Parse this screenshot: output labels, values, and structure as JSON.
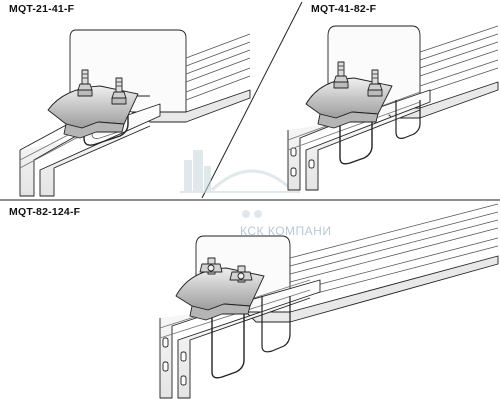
{
  "figure": {
    "labels": {
      "top_left": "MQT-21-41-F",
      "top_right": "MQT-41-82-F",
      "bottom": "MQT-82-124-F"
    },
    "watermark_text": "КСК КОМПАНИ",
    "colors": {
      "line": "#222222",
      "metal_light": "#f4f4f4",
      "metal_mid": "#d9d9d9",
      "metal_dark": "#a9a9a9",
      "watermark": "#c9d6de"
    }
  }
}
